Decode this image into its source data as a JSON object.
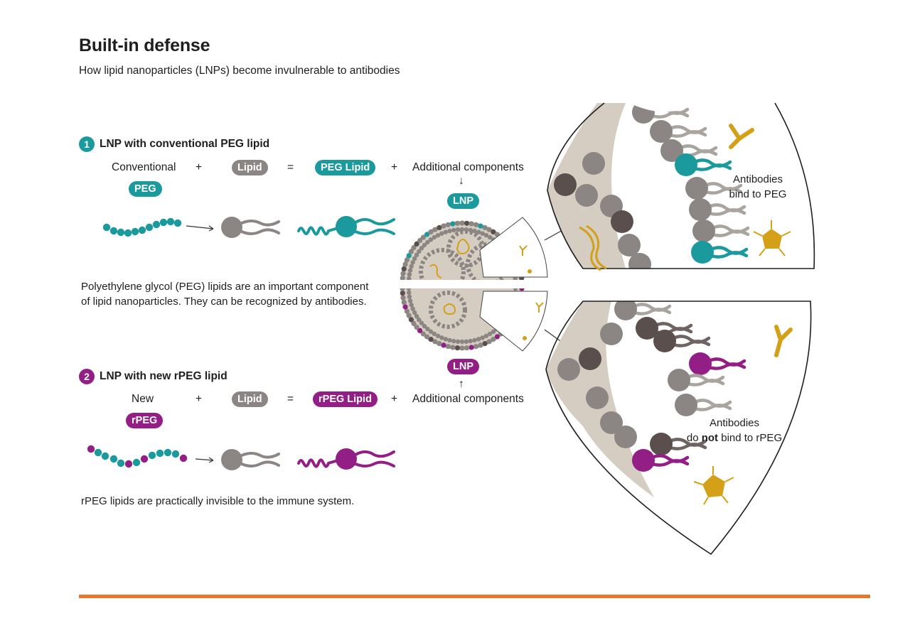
{
  "header": {
    "title": "Built-in defense",
    "subtitle": "How lipid nanoparticles (LNPs) become invulnerable to antibodies"
  },
  "section1": {
    "number": "1",
    "heading": "LNP with conventional PEG lipid",
    "term_a": "Conventional",
    "term_a_pill": "PEG",
    "plus1": "+",
    "lipid_pill": "Lipid",
    "equals": "=",
    "result_pill": "PEG Lipid",
    "plus2": "+",
    "additional": "Additional components",
    "arrow_down": "↓",
    "lnp_pill": "LNP",
    "paragraph_line1": "Polyethylene glycol (PEG) lipids are an important component",
    "paragraph_line2": "of lipid nanoparticles. They can be recognized by antibodies.",
    "callout_line1": "Antibodies",
    "callout_line2": "bind to PEG"
  },
  "section2": {
    "number": "2",
    "heading": "LNP with new rPEG lipid",
    "term_a": "New",
    "term_a_pill": "rPEG",
    "plus1": "+",
    "lipid_pill": "Lipid",
    "equals": "=",
    "result_pill": "rPEG Lipid",
    "plus2": "+",
    "additional": "Additional components",
    "arrow_up": "↑",
    "lnp_pill": "LNP",
    "paragraph": "rPEG lipids are practically invisible to the immune system.",
    "callout_line1": "Antibodies",
    "callout_pre": "do ",
    "callout_bold": "not",
    "callout_post": " bind to rPEG"
  },
  "colors": {
    "teal": "#1a9a9d",
    "purple": "#931f86",
    "lipid_gray": "#8b8683",
    "lipid_dark": "#5a4f4c",
    "membrane_beige": "#d5cdc1",
    "antibody_gold": "#d4a017",
    "accent_orange": "#e8752a"
  }
}
